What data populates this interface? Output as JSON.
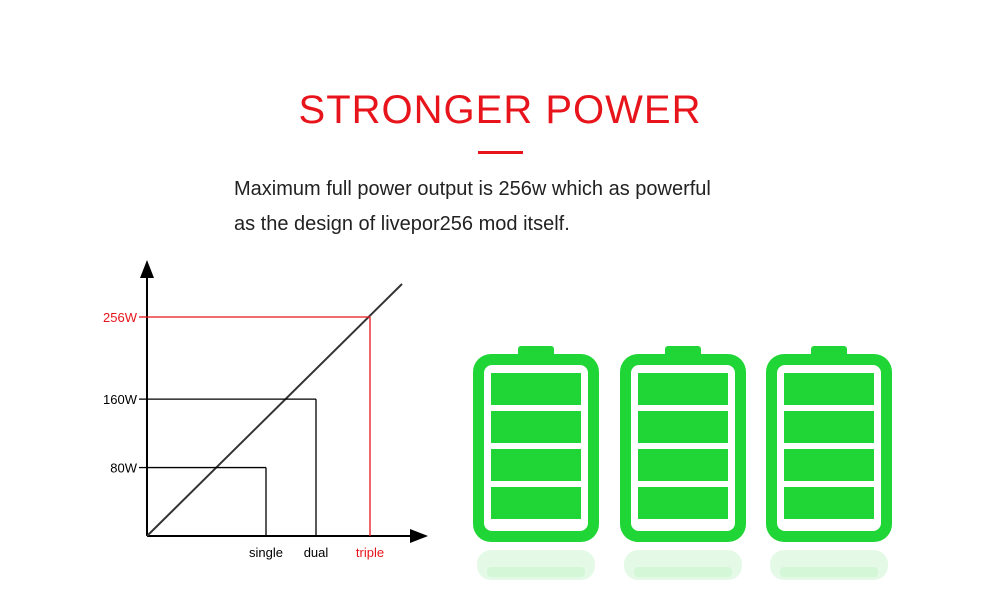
{
  "header": {
    "title": "STRONGER POWER",
    "description_lines": [
      "Maximum full power output  is 256w which as powerful",
      "as the design of livepor256 mod itself."
    ]
  },
  "colors": {
    "accent": "#e8141b",
    "text": "#222222",
    "axis": "#000000",
    "battery_green": "#1fd636",
    "battery_inner_bg": "#ffffff"
  },
  "chart_data": {
    "type": "line",
    "x": [
      "single",
      "dual",
      "triple"
    ],
    "values": [
      80,
      160,
      256
    ],
    "y_tick_labels": [
      "80W",
      "160W",
      "256W"
    ],
    "highlight_index": 2,
    "title": "",
    "xlabel": "",
    "ylabel": "",
    "grid": false,
    "legend": "none"
  },
  "batteries": [
    {
      "icon": "battery-icon",
      "level": 1.0,
      "bars": 4
    },
    {
      "icon": "battery-icon",
      "level": 1.0,
      "bars": 4
    },
    {
      "icon": "battery-icon",
      "level": 1.0,
      "bars": 4
    }
  ]
}
